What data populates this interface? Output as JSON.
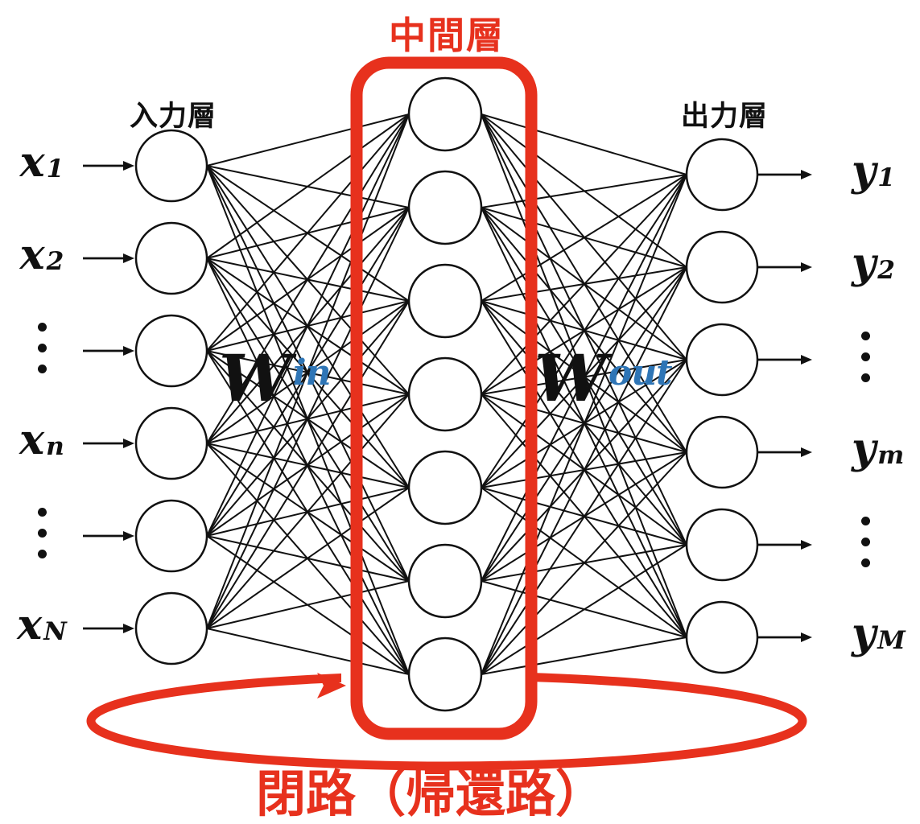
{
  "colors": {
    "accent_red": "#e7311d",
    "superscript_blue": "#2e75b6",
    "ink_black": "#111111"
  },
  "labels": {
    "input_layer": "入力層",
    "hidden_layer": "中間層",
    "output_layer": "出力層",
    "feedback_loop": "閉路（帰還路）"
  },
  "weights": {
    "input": {
      "base": "W",
      "sup": "in"
    },
    "output": {
      "base": "W",
      "sup": "out"
    }
  },
  "input_nodes": [
    {
      "kind": "var",
      "base": "x",
      "sub": "1"
    },
    {
      "kind": "var",
      "base": "x",
      "sub": "2"
    },
    {
      "kind": "dots",
      "glyph": "⋮"
    },
    {
      "kind": "var",
      "base": "x",
      "sub": "n"
    },
    {
      "kind": "dots",
      "glyph": "⋮"
    },
    {
      "kind": "var",
      "base": "x",
      "sub": "N"
    }
  ],
  "output_nodes": [
    {
      "kind": "var",
      "base": "y",
      "sub": "1"
    },
    {
      "kind": "var",
      "base": "y",
      "sub": "2"
    },
    {
      "kind": "dots",
      "glyph": "⋮"
    },
    {
      "kind": "var",
      "base": "y",
      "sub": "m"
    },
    {
      "kind": "dots",
      "glyph": "⋮"
    },
    {
      "kind": "var",
      "base": "y",
      "sub": "M"
    }
  ],
  "network": {
    "type": "recurrent neural network (reservoir) diagram",
    "input_node_count": 6,
    "hidden_node_count": 7,
    "output_node_count": 6,
    "connectivity": "fully connected input→hidden and hidden→output",
    "feedback": "closed loop (feedback path) circling the hidden layer"
  }
}
